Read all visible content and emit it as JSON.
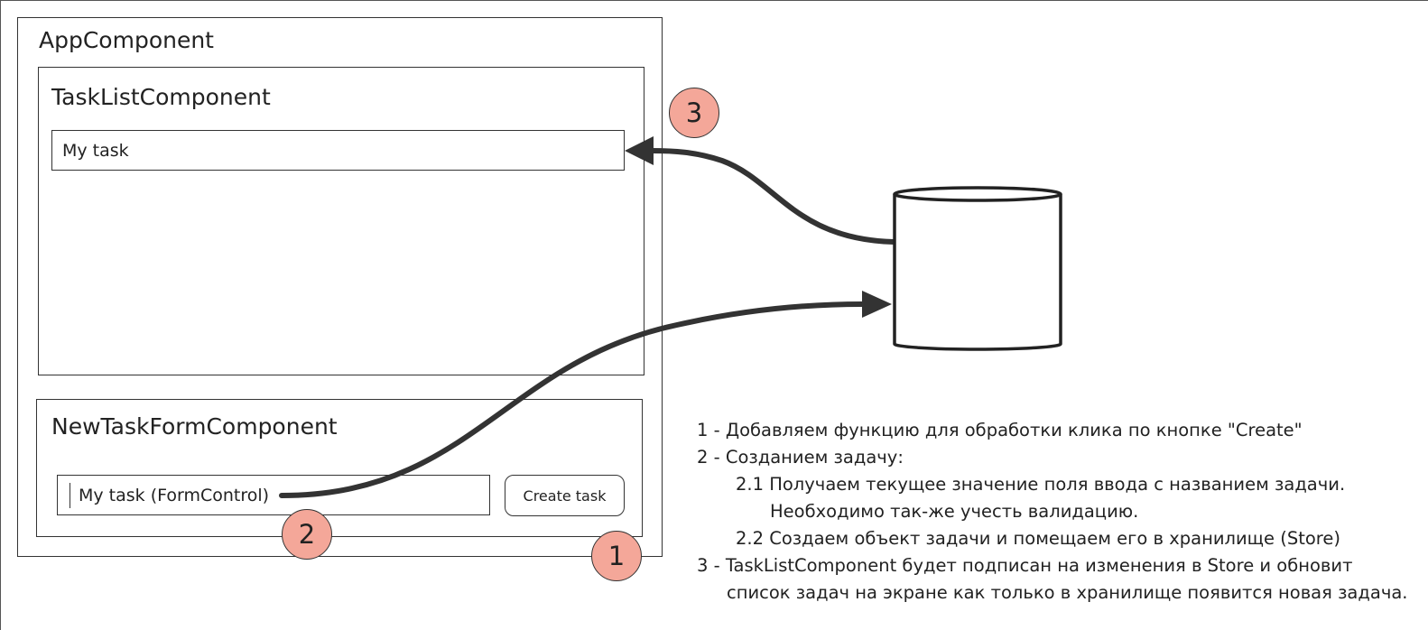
{
  "components": {
    "app": {
      "title": "AppComponent"
    },
    "task_list": {
      "title": "TaskListComponent",
      "item": "My task"
    },
    "new_task_form": {
      "title": "NewTaskFormComponent",
      "input_value": "My task (FormControl)",
      "button_label": "Create task"
    }
  },
  "badges": {
    "one": "1",
    "two": "2",
    "three": "3"
  },
  "notes": [
    "1 - Добавляем функцию для обработки клика по кнопке \"Create\"",
    "2 - Созданием задачу:",
    "2.1 Получаем текущее значение поля ввода с названием задачи.",
    "Необходимо так-же учесть валидацию.",
    "2.2 Создаем объект задачи и помещаем его в хранилище (Store)",
    "3 - TaskListComponent будет подписан на изменения в Store и обновит",
    "список задач на экране как только в хранилище появится новая задача."
  ],
  "colors": {
    "badge_fill": "#f4a799",
    "stroke": "#333333"
  }
}
